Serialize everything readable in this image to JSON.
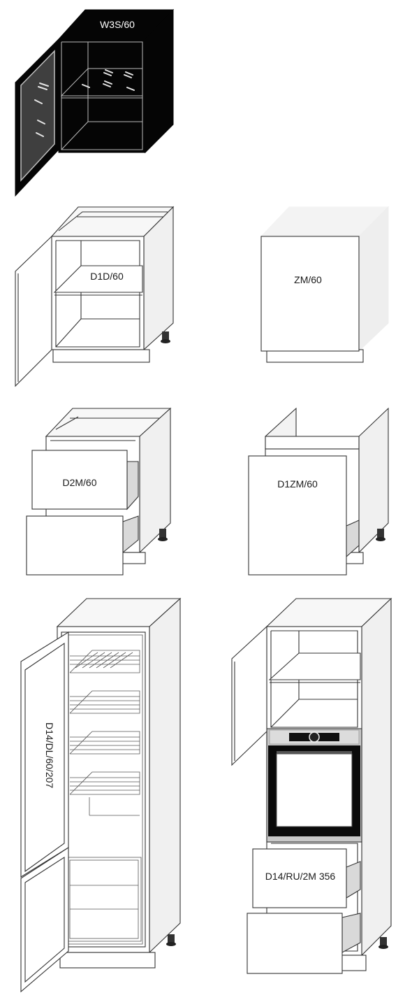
{
  "units": [
    {
      "id": "w3s",
      "label": "W3S/60"
    },
    {
      "id": "d1d",
      "label": "D1D/60"
    },
    {
      "id": "zm",
      "label": "ZM/60"
    },
    {
      "id": "d2m",
      "label": "D2M/60"
    },
    {
      "id": "d1zm",
      "label": "D1ZM/60"
    },
    {
      "id": "d14dl",
      "label": "D14/DL/60/207"
    },
    {
      "id": "d14ru",
      "label": "D14/RU/2M 356"
    }
  ],
  "colors": {
    "panel": "#ffffff",
    "side_shade": "#f0f0f0",
    "top_shade": "#f7f7f7",
    "black_case": "#050505",
    "line": "#333333",
    "drawer_inner": "#d9d9d9",
    "oven_frame": "#c8c8c8"
  }
}
